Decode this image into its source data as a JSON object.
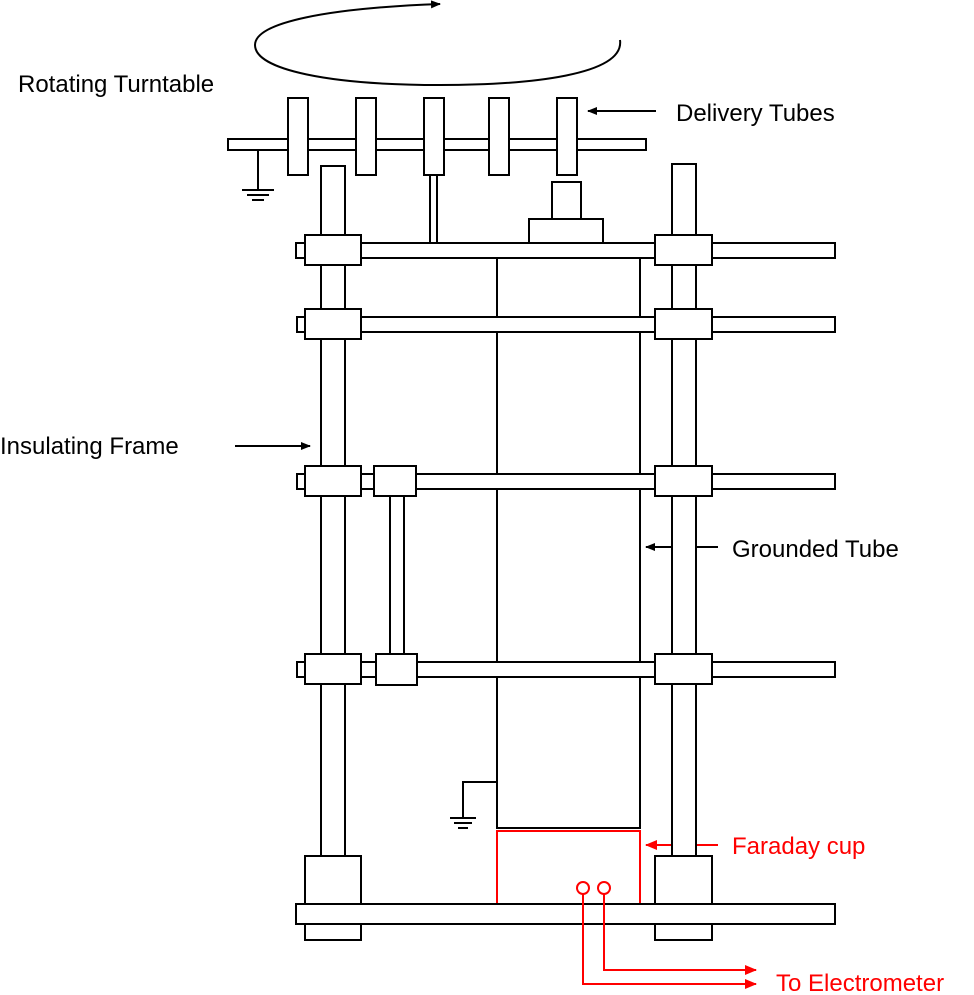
{
  "labels": {
    "rotating_turntable": "Rotating Turntable",
    "delivery_tubes": "Delivery Tubes",
    "insulating_frame": "Insulating Frame",
    "grounded_tube": "Grounded Tube",
    "faraday_cup": "Faraday cup",
    "to_electrometer": "To Electrometer"
  },
  "colors": {
    "line": "#000000",
    "signal": "#ff0000",
    "background": "#ffffff"
  },
  "icons": [
    "rotation-arrow-icon",
    "ground-symbol-icon",
    "connector-terminal-icon",
    "arrowhead-icon"
  ]
}
